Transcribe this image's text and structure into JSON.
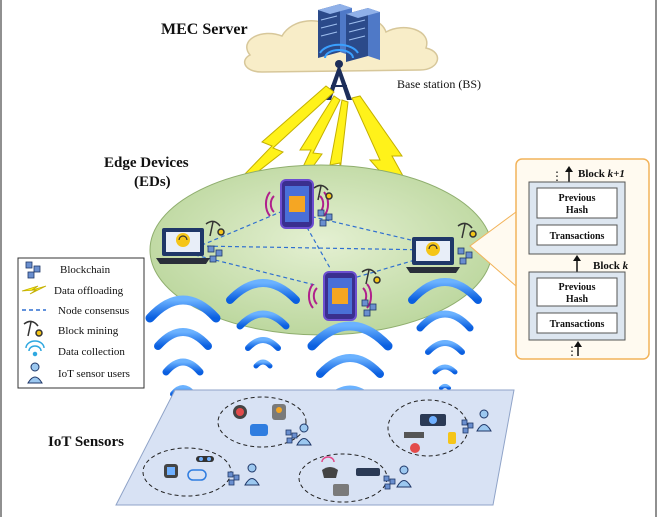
{
  "labels": {
    "mec_server": "MEC Server",
    "base_station": "Base station (BS)",
    "edge_devices_line1": "Edge Devices",
    "edge_devices_line2": "(EDs)",
    "iot_sensors": "IoT Sensors"
  },
  "legend": {
    "items": [
      {
        "icon": "blockchain-icon",
        "label": "Blockchain"
      },
      {
        "icon": "lightning-icon",
        "label": "Data offloading"
      },
      {
        "icon": "dashed-line-icon",
        "label": "Node consensus"
      },
      {
        "icon": "pickaxe-icon",
        "label": "Block mining"
      },
      {
        "icon": "wifi-icon",
        "label": "Data collection"
      },
      {
        "icon": "user-icon",
        "label": "IoT sensor users"
      }
    ]
  },
  "block_panel": {
    "block_top_prefix": "Block ",
    "block_top_k": "k+1",
    "block_bottom_prefix": "Block ",
    "block_bottom_k": "k",
    "previous_hash_line1": "Previous",
    "previous_hash_line2": "Hash",
    "transactions": "Transactions",
    "ellipsis": "⋮"
  },
  "colors": {
    "cloud": "#f8edc8",
    "lightning": "#fff21a",
    "edge_ellipse": "#cfe3b5",
    "sensor_plane": "#d8e2f4",
    "signal": "#1e73f0",
    "panel_border": "#f2b35a",
    "block_fill": "#dde6f0"
  }
}
